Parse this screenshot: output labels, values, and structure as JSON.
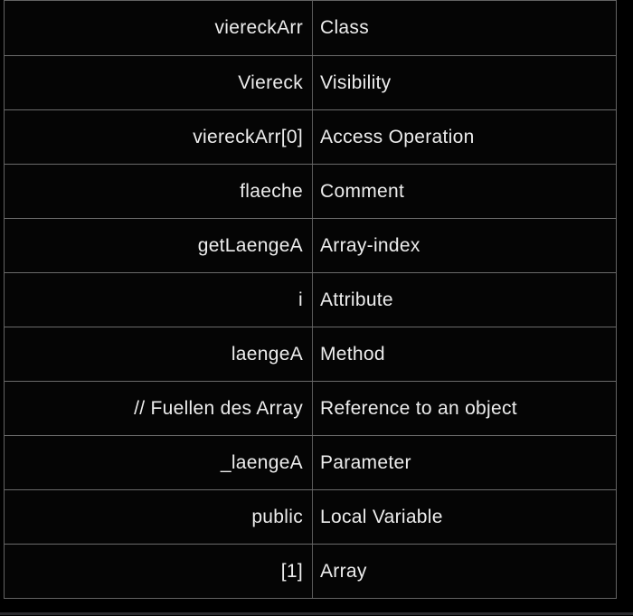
{
  "table": {
    "rows": [
      {
        "left": "viereckArr",
        "right": "Class"
      },
      {
        "left": "Viereck",
        "right": "Visibility"
      },
      {
        "left": "viereckArr[0]",
        "right": "Access Operation"
      },
      {
        "left": "flaeche",
        "right": "Comment"
      },
      {
        "left": "getLaengeA",
        "right": "Array-index"
      },
      {
        "left": "i",
        "right": "Attribute"
      },
      {
        "left": "laengeA",
        "right": "Method"
      },
      {
        "left": "// Fuellen des Array",
        "right": "Reference to an object"
      },
      {
        "left": "_laengeA",
        "right": "Parameter"
      },
      {
        "left": "public",
        "right": "Local Variable"
      },
      {
        "left": "[1]",
        "right": "Array"
      }
    ]
  },
  "colors": {
    "page_background": "#000000",
    "cell_background": "#050505",
    "border": "#6b6b6b",
    "text": "#ededed",
    "bottom_line": "#2b2b2e"
  }
}
